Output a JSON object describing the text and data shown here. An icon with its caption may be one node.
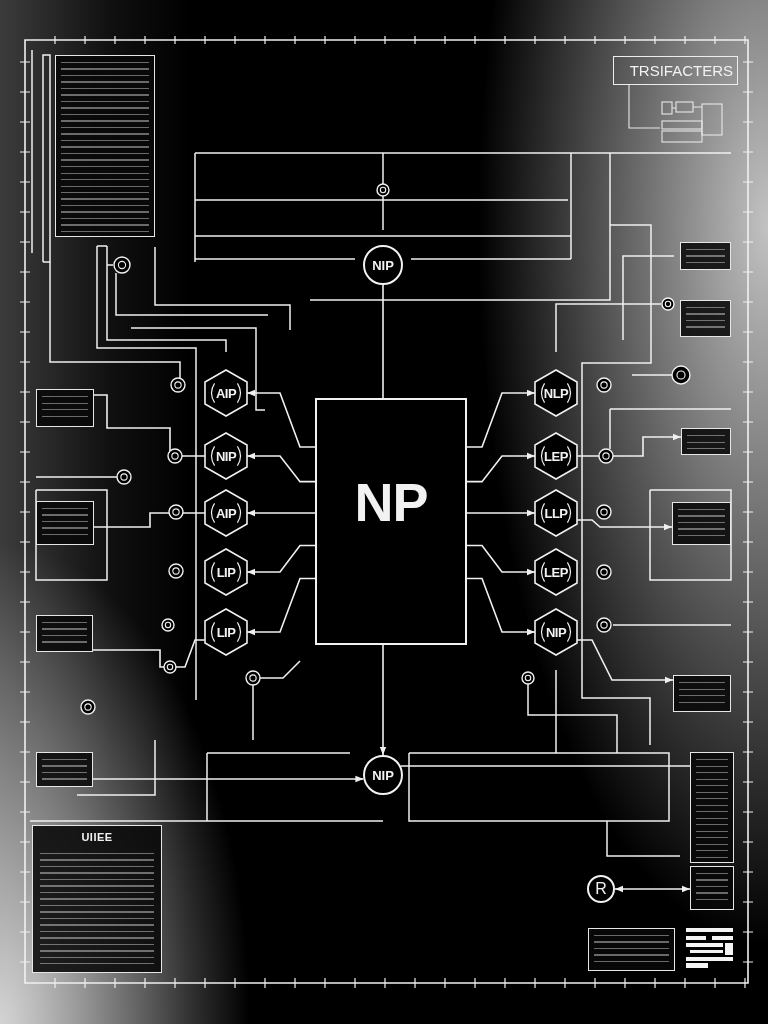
{
  "diagram": {
    "nodes": [
      {
        "text": [
          "NP"
        ]
      },
      {
        "text": [
          "AIP"
        ]
      },
      {
        "text": [
          "NIP"
        ]
      },
      {
        "text": [
          "AIP"
        ]
      },
      {
        "text": [
          "LIP"
        ]
      },
      {
        "text": [
          "LIP"
        ]
      },
      {
        "text": [
          "NLP"
        ]
      },
      {
        "text": [
          "LEP"
        ]
      },
      {
        "text": [
          "LLP"
        ]
      },
      {
        "text": [
          "LEP"
        ]
      },
      {
        "text": [
          "NIP"
        ]
      },
      {
        "text": [
          "NIP"
        ]
      },
      {
        "text": [
          "NIP"
        ]
      },
      {
        "text": [
          "R"
        ]
      },
      {
        "text": [
          "TRSIFACTERS"
        ]
      },
      {
        "text": [
          "UIIEE"
        ]
      },
      {
        "text": [],
        "shape": "box"
      },
      {
        "text": [],
        "shape": "box"
      },
      {
        "text": [],
        "shape": "box"
      },
      {
        "text": [],
        "shape": "box"
      },
      {
        "text": [],
        "shape": "box"
      },
      {
        "text": [],
        "shape": "box"
      },
      {
        "text": [],
        "shape": "box"
      },
      {
        "text": [],
        "shape": "box"
      },
      {
        "text": [],
        "shape": "box"
      },
      {
        "text": [],
        "shape": "box"
      },
      {
        "text": [],
        "shape": "box"
      },
      {
        "text": [],
        "shape": "box"
      },
      {
        "text": [],
        "shape": "box"
      }
    ],
    "edges": [
      {
        "from": 0,
        "to": 1,
        "arrow": "to"
      },
      {
        "from": 0,
        "to": 2,
        "arrow": "to"
      },
      {
        "from": 0,
        "to": 3,
        "arrow": "to"
      },
      {
        "from": 0,
        "to": 4,
        "arrow": "to"
      },
      {
        "from": 0,
        "to": 5,
        "arrow": "to"
      },
      {
        "from": 0,
        "to": 6,
        "arrow": "to"
      },
      {
        "from": 0,
        "to": 7,
        "arrow": "to"
      },
      {
        "from": 0,
        "to": 8,
        "arrow": "to"
      },
      {
        "from": 0,
        "to": 9,
        "arrow": "to"
      },
      {
        "from": 0,
        "to": 10,
        "arrow": "to"
      },
      {
        "from": 11,
        "to": 0,
        "arrow": "none"
      },
      {
        "from": 0,
        "to": 12,
        "arrow": "to"
      },
      {
        "from": 13,
        "to": 27,
        "arrow": "both"
      },
      {
        "from": 17,
        "to": 2,
        "arrow": "none"
      },
      {
        "from": 18,
        "to": 3,
        "arrow": "none"
      },
      {
        "from": 19,
        "to": 5,
        "arrow": "none"
      },
      {
        "from": 7,
        "to": 23,
        "arrow": "to"
      },
      {
        "from": 8,
        "to": 24,
        "arrow": "to"
      },
      {
        "from": 10,
        "to": 25,
        "arrow": "to"
      },
      {
        "from": 12,
        "to": 26,
        "arrow": "none"
      },
      {
        "from": 20,
        "to": 12,
        "arrow": "to"
      }
    ]
  }
}
